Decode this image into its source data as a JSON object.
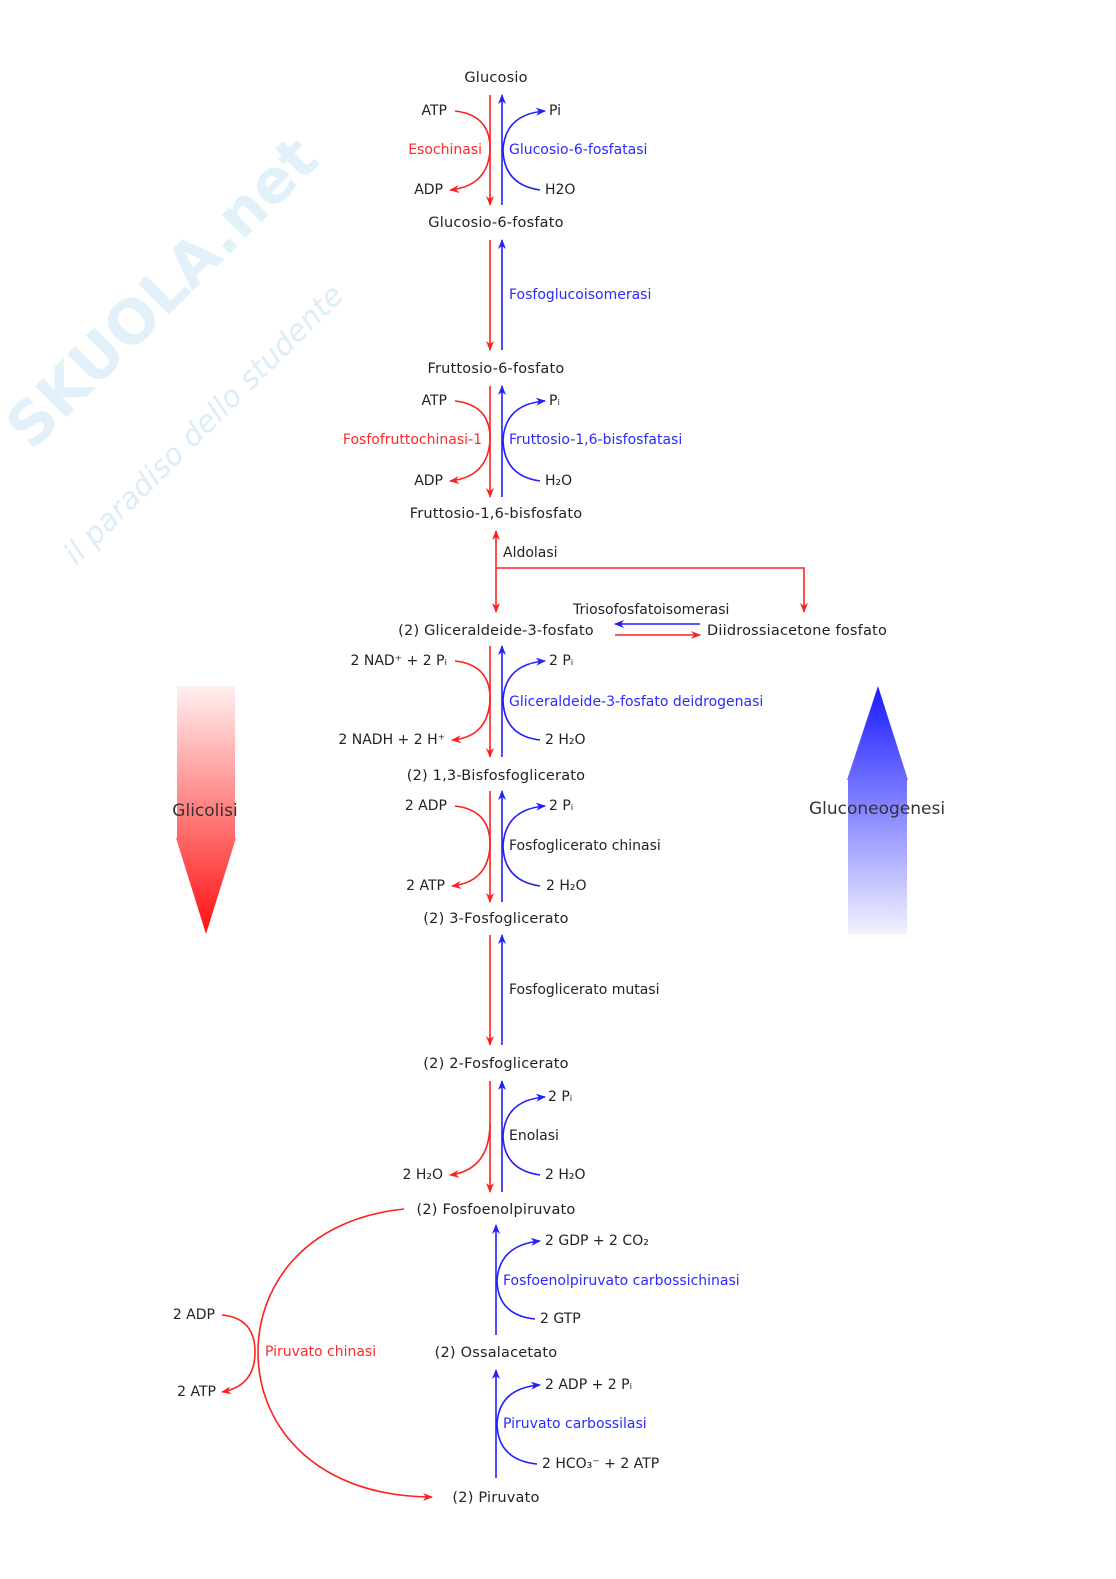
{
  "watermark": {
    "brand": "SKUOLA.net",
    "tagline": "il paradiso dello studente"
  },
  "colors": {
    "glycolysis": "#ff2020",
    "gluconeogenesis": "#2020ff"
  },
  "pathways": {
    "glycolysis": "Glicolisi",
    "gluconeogenesis": "Gluconeogenesi"
  },
  "metabolites": {
    "glucose": "Glucosio",
    "g6p": "Glucosio-6-fosfato",
    "f6p": "Fruttosio-6-fosfato",
    "f16bp": "Fruttosio-1,6-bisfosfato",
    "gap": "(2) Gliceraldeide-3-fosfato",
    "dhap": "Diidrossiacetone fosfato",
    "bpg13": "(2) 1,3-Bisfosfoglicerato",
    "pg3": "(2) 3-Fosfoglicerato",
    "pg2": "(2) 2-Fosfoglicerato",
    "pep": "(2) Fosfoenolpiruvato",
    "oaa": "(2) Ossalacetato",
    "pyruvate": "(2) Piruvato"
  },
  "enzymes": {
    "hexokinase": "Esochinasi",
    "g6pase": "Glucosio-6-fosfatasi",
    "pgi": "Fosfoglucoisomerasi",
    "pfk1": "Fosfofruttochinasi-1",
    "fbpase": "Fruttosio-1,6-bisfosfatasi",
    "aldolase": "Aldolasi",
    "tpi": "Triosofosfatoisomerasi",
    "gapdh": "Gliceraldeide-3-fosfato deidrogenasi",
    "pgk": "Fosfoglicerato chinasi",
    "pgm": "Fosfoglicerato mutasi",
    "enolase": "Enolasi",
    "pepck": "Fosfoenolpiruvato carbossichinasi",
    "pk": "Piruvato chinasi",
    "pc": "Piruvato carbossilasi"
  },
  "cofactors": {
    "s1_in": "ATP",
    "s1_out": "ADP",
    "s1_b_out": "Pi",
    "s1_b_in": "H2O",
    "s3_in": "ATP",
    "s3_out": "ADP",
    "s3_b_out": "Pᵢ",
    "s3_b_in": "H₂O",
    "s6_in": "2 NAD⁺ + 2 Pᵢ",
    "s6_out": "2 NADH + 2 H⁺",
    "s6_b_out": "2 Pᵢ",
    "s6_b_in": "2 H₂O",
    "s7_in": "2 ADP",
    "s7_out": "2 ATP",
    "s7_b_out": "2 Pᵢ",
    "s7_b_in": "2 H₂O",
    "s9_out": "2 H₂O",
    "s9_b_out": "2 Pᵢ",
    "s9_b_in": "2 H₂O",
    "pepck_out": "2 GDP + 2 CO₂",
    "pepck_in": "2 GTP",
    "pc_out": "2 ADP + 2 Pᵢ",
    "pc_in": "2 HCO₃⁻ + 2 ATP",
    "pk_in": "2 ADP",
    "pk_out": "2 ATP"
  }
}
